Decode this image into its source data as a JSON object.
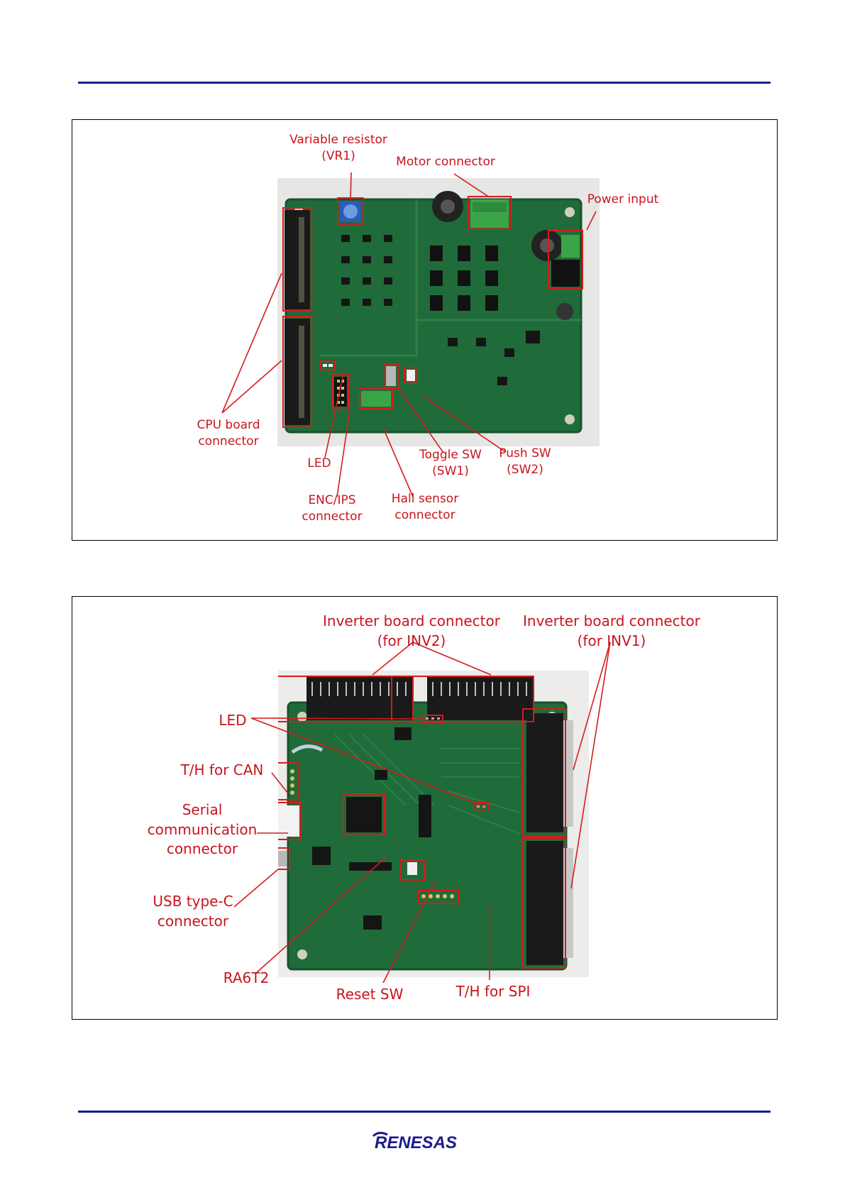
{
  "figure1": {
    "labels": {
      "vr1": [
        "Variable resistor",
        "(VR1)"
      ],
      "motor": [
        "Motor connector"
      ],
      "power": [
        "Power input"
      ],
      "cpu": [
        "CPU board",
        "connector"
      ],
      "led": [
        "LED"
      ],
      "toggle": [
        "Toggle SW",
        "(SW1)"
      ],
      "push": [
        "Push SW",
        "(SW2)"
      ],
      "enc": [
        "ENC/IPS",
        "connector"
      ],
      "hall": [
        "Hall sensor",
        "connector"
      ]
    }
  },
  "figure2": {
    "labels": {
      "inv2": [
        "Inverter board connector",
        "(for INV2)"
      ],
      "inv1": [
        "Inverter board connector",
        "(for INV1)"
      ],
      "led": [
        "LED"
      ],
      "can": [
        "T/H for CAN"
      ],
      "serial": [
        "Serial",
        "communication",
        "connector"
      ],
      "usb": [
        "USB type-C",
        "connector"
      ],
      "ra6t2": [
        "RA6T2"
      ],
      "reset": [
        "Reset SW"
      ],
      "spi": [
        "T/H for SPI"
      ]
    }
  },
  "footer": {
    "logo_text": "RENESAS"
  },
  "colors": {
    "rule": "#1c1c8c",
    "annotation": "#c8141e",
    "pcb": "#1f6b3a"
  }
}
